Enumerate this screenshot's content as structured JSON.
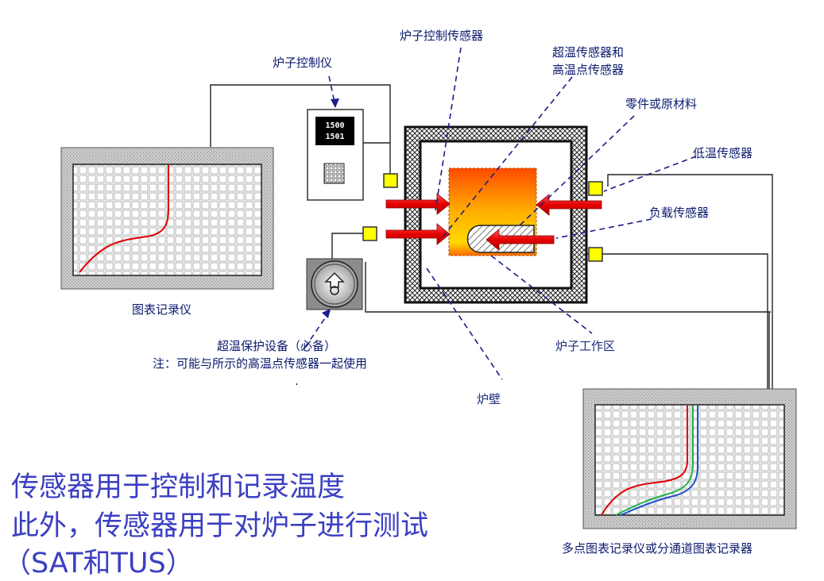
{
  "labels": {
    "controller": "炉子控制仪",
    "control_sensor": "炉子控制传感器",
    "over_temp_sensor_line1": "超温传感器和",
    "over_temp_sensor_line2": "高温点传感器",
    "part_material": "零件或原材料",
    "low_temp_sensor": "低温传感器",
    "load_sensor": "负载传感器",
    "chart_recorder": "图表记录仪",
    "over_temp_device_line1": "超温保护设备（必备）",
    "over_temp_device_line2": "注：可能与所示的高温点传感器一起使用",
    "work_zone": "炉子工作区",
    "furnace_wall": "炉壁",
    "multipoint_recorder": "多点图表记录仪或分通道图表记录器",
    "stray_dot": "."
  },
  "display": {
    "line1": "1500",
    "line2": "1501"
  },
  "summary": {
    "line1": "传感器用于控制和记录温度",
    "line2": "此外，传感器用于对炉子进行测试",
    "line3": "（SAT和TUS）"
  },
  "colors": {
    "label_text": "#0b1a6e",
    "summary_text": "#3b3fc2",
    "arrow_red": "#ee1c1c",
    "sensor_yellow": "#ffff00",
    "dashed_leader": "#1c1c8c",
    "trace_red": "#e00000",
    "trace_green": "#21b24a",
    "trace_blue": "#2050d0"
  }
}
